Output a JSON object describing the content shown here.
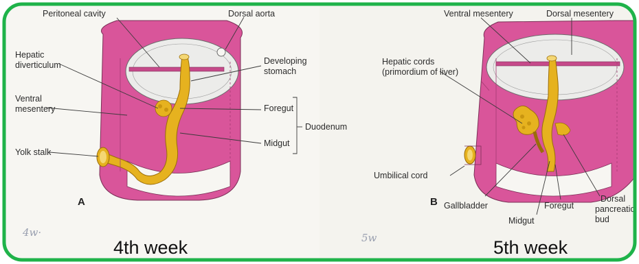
{
  "colors": {
    "border": "#1fb34a",
    "mesentery_wall": "#d9559a",
    "gut": "#e6b21f",
    "cavity": "#f2f2f2"
  },
  "panel_a": {
    "letter": "A",
    "caption": "4th week",
    "handwritten": "4w·",
    "labels": {
      "peritoneal_cavity": "Peritoneal cavity",
      "dorsal_aorta": "Dorsal aorta",
      "hepatic_diverticulum_1": "Hepatic",
      "hepatic_diverticulum_2": "diverticulum",
      "developing_stomach_1": "Developing",
      "developing_stomach_2": "stomach",
      "ventral_mesentery_1": "Ventral",
      "ventral_mesentery_2": "mesentery",
      "foregut": "Foregut",
      "duodenum": "Duodenum",
      "midgut": "Midgut",
      "yolk_stalk": "Yolk stalk"
    }
  },
  "panel_b": {
    "letter": "B",
    "caption": "5th week",
    "handwritten": "5w",
    "labels": {
      "ventral_mesentery": "Ventral mesentery",
      "dorsal_mesentery": "Dorsal mesentery",
      "hepatic_cords_1": "Hepatic cords",
      "hepatic_cords_2": "(primordium of liver)",
      "umbilical_cord": "Umbilical cord",
      "gallbladder": "Gallbladder",
      "midgut": "Midgut",
      "foregut": "Foregut",
      "dorsal_pancreatic_1": "Dorsal",
      "dorsal_pancreatic_2": "pancreatic",
      "dorsal_pancreatic_3": "bud"
    }
  }
}
